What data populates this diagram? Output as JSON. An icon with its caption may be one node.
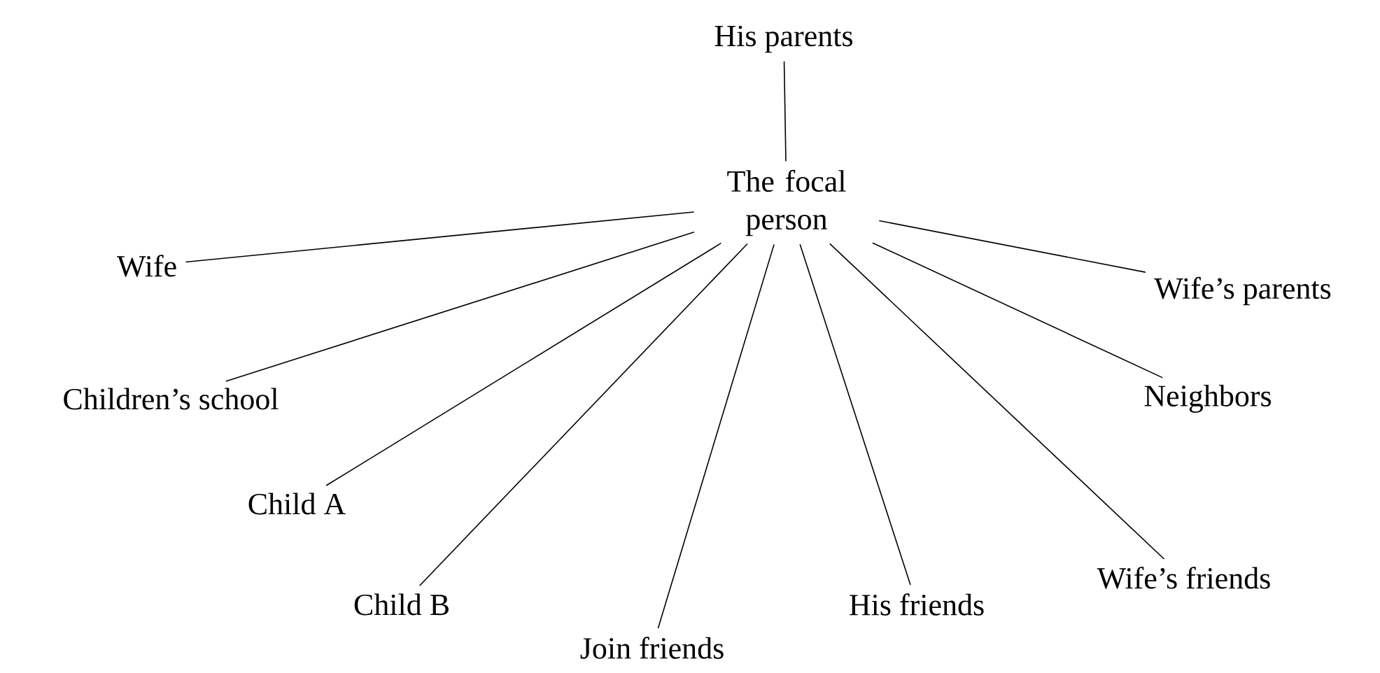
{
  "diagram": {
    "nodes": [
      {
        "text": [
          "His parents"
        ]
      },
      {
        "text": [
          "The focal person"
        ]
      },
      {
        "text": [
          "Wife"
        ]
      },
      {
        "text": [
          "Children’s school"
        ]
      },
      {
        "text": [
          "Child A"
        ]
      },
      {
        "text": [
          "Child B"
        ]
      },
      {
        "text": [
          "Join friends"
        ]
      },
      {
        "text": [
          "His friends"
        ]
      },
      {
        "text": [
          "Wife’s friends"
        ]
      },
      {
        "text": [
          "Neighbors"
        ]
      },
      {
        "text": [
          "Wife’s parents"
        ]
      }
    ],
    "edges": [
      {
        "from": 0,
        "to": 1,
        "arrow": "none"
      },
      {
        "from": 1,
        "to": 2,
        "arrow": "none"
      },
      {
        "from": 1,
        "to": 3,
        "arrow": "none"
      },
      {
        "from": 1,
        "to": 4,
        "arrow": "none"
      },
      {
        "from": 1,
        "to": 5,
        "arrow": "none"
      },
      {
        "from": 1,
        "to": 6,
        "arrow": "none"
      },
      {
        "from": 1,
        "to": 7,
        "arrow": "none"
      },
      {
        "from": 1,
        "to": 8,
        "arrow": "none"
      },
      {
        "from": 1,
        "to": 9,
        "arrow": "none"
      },
      {
        "from": 1,
        "to": 10,
        "arrow": "none"
      }
    ]
  }
}
